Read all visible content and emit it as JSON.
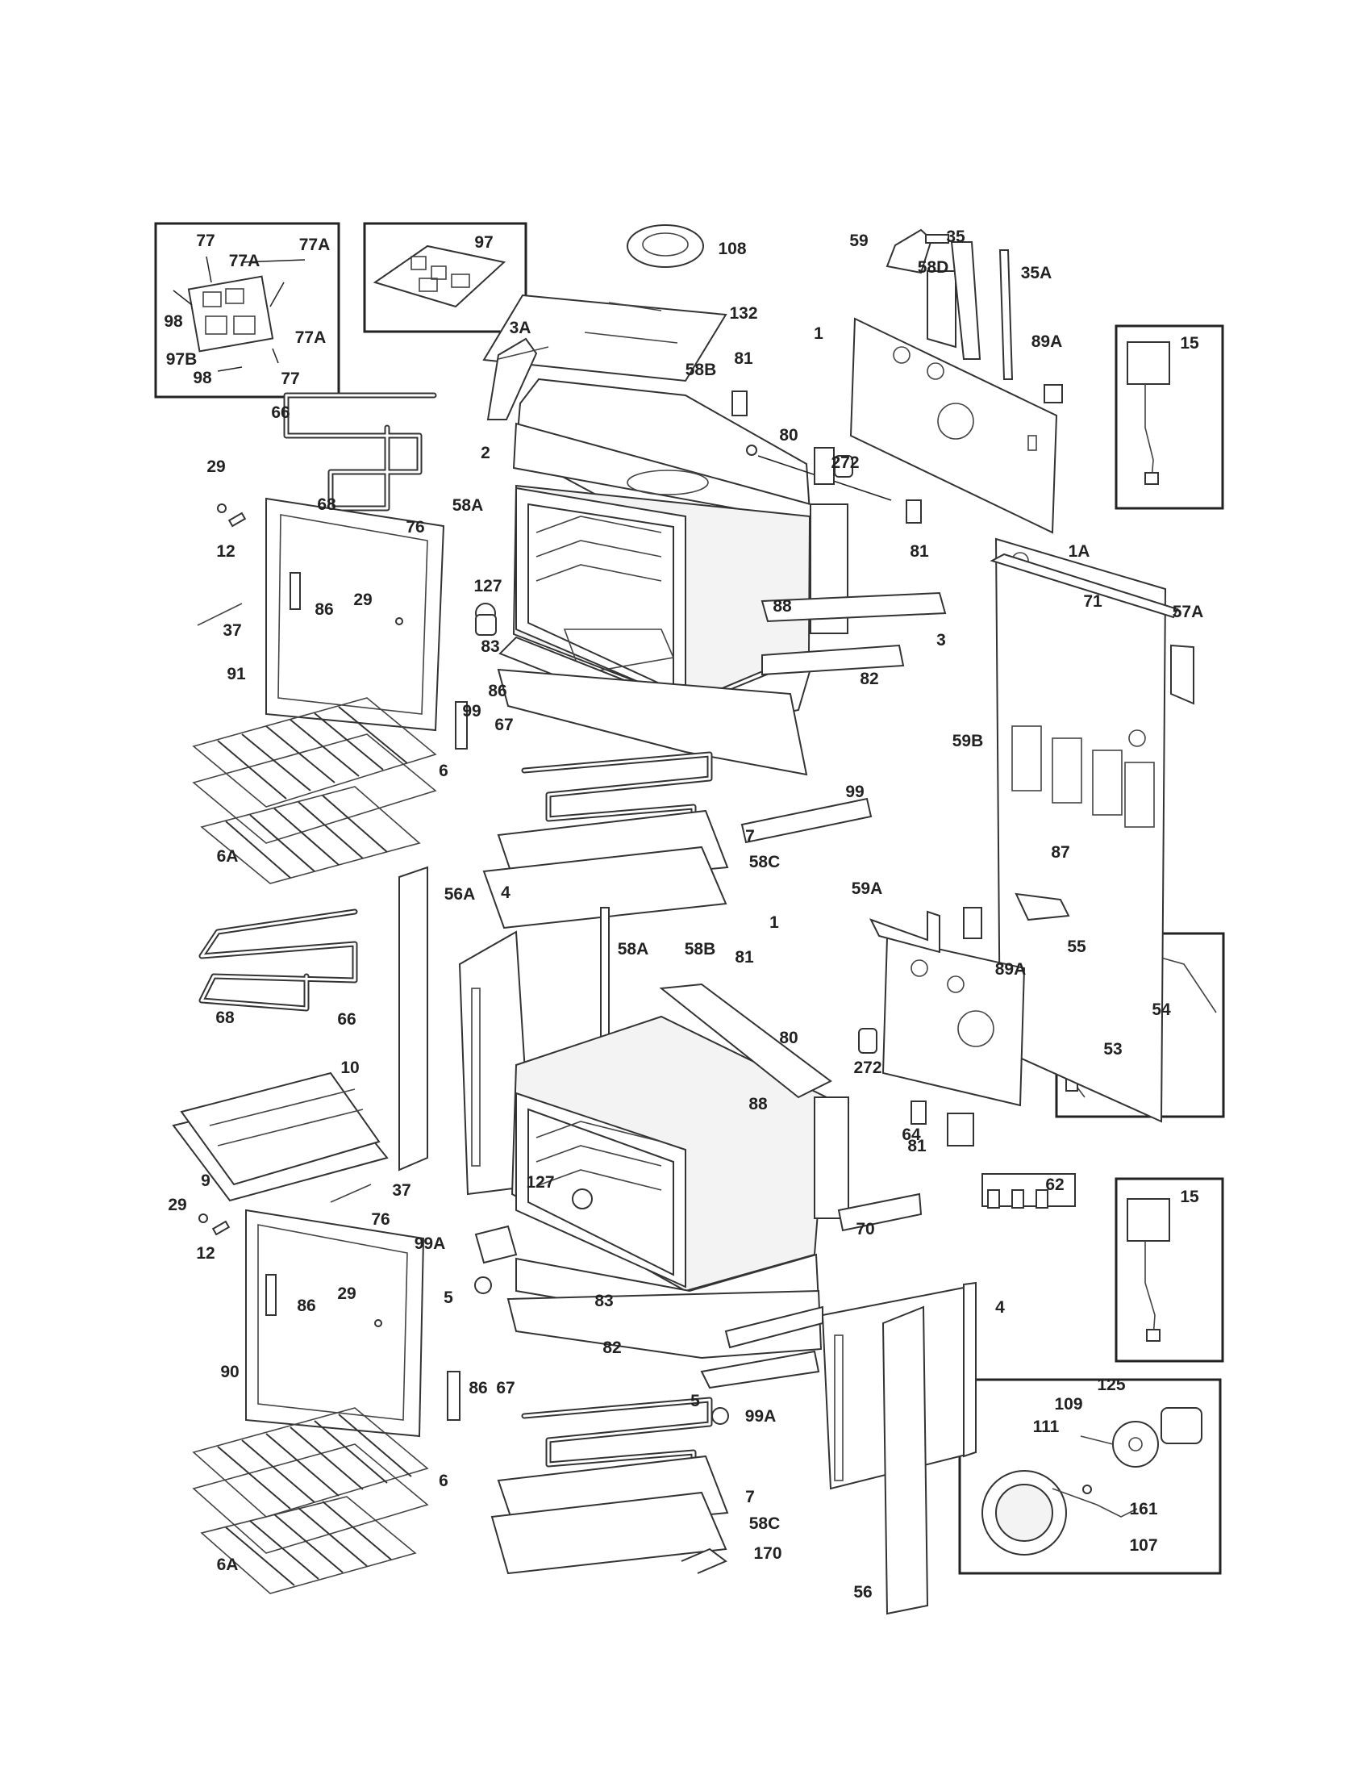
{
  "labels": [
    {
      "id": "77-top",
      "text": "77"
    },
    {
      "id": "77A-1",
      "text": "77A"
    },
    {
      "id": "77A-2",
      "text": "77A"
    },
    {
      "id": "77A-3",
      "text": "77A"
    },
    {
      "id": "98-1",
      "text": "98"
    },
    {
      "id": "97B",
      "text": "97B"
    },
    {
      "id": "98-2",
      "text": "98"
    },
    {
      "id": "77-bot",
      "text": "77"
    },
    {
      "id": "97",
      "text": "97"
    },
    {
      "id": "108",
      "text": "108"
    },
    {
      "id": "132",
      "text": "132"
    },
    {
      "id": "59-top",
      "text": "59"
    },
    {
      "id": "35",
      "text": "35"
    },
    {
      "id": "58D",
      "text": "58D"
    },
    {
      "id": "35A",
      "text": "35A"
    },
    {
      "id": "1-top",
      "text": "1"
    },
    {
      "id": "89A-top",
      "text": "89A"
    },
    {
      "id": "15-top",
      "text": "15"
    },
    {
      "id": "3A",
      "text": "3A"
    },
    {
      "id": "58B-top",
      "text": "58B"
    },
    {
      "id": "81-a",
      "text": "81"
    },
    {
      "id": "80-top",
      "text": "80"
    },
    {
      "id": "272-top",
      "text": "272"
    },
    {
      "id": "2",
      "text": "2"
    },
    {
      "id": "66-top",
      "text": "66"
    },
    {
      "id": "29-a",
      "text": "29"
    },
    {
      "id": "68-top",
      "text": "68"
    },
    {
      "id": "12-top",
      "text": "12"
    },
    {
      "id": "76-top",
      "text": "76"
    },
    {
      "id": "58A-top",
      "text": "58A"
    },
    {
      "id": "81-b",
      "text": "81"
    },
    {
      "id": "1A",
      "text": "1A"
    },
    {
      "id": "86-a",
      "text": "86"
    },
    {
      "id": "29-b",
      "text": "29"
    },
    {
      "id": "127-top",
      "text": "127"
    },
    {
      "id": "88-top",
      "text": "88"
    },
    {
      "id": "71",
      "text": "71"
    },
    {
      "id": "57A",
      "text": "57A"
    },
    {
      "id": "37-top",
      "text": "37"
    },
    {
      "id": "83-top",
      "text": "83"
    },
    {
      "id": "3",
      "text": "3"
    },
    {
      "id": "91",
      "text": "91"
    },
    {
      "id": "86-b",
      "text": "86"
    },
    {
      "id": "82-top",
      "text": "82"
    },
    {
      "id": "99-a",
      "text": "99"
    },
    {
      "id": "67-top",
      "text": "67"
    },
    {
      "id": "59B",
      "text": "59B"
    },
    {
      "id": "6-top",
      "text": "6"
    },
    {
      "id": "99-b",
      "text": "99"
    },
    {
      "id": "7-top",
      "text": "7"
    },
    {
      "id": "6A-top",
      "text": "6A"
    },
    {
      "id": "58C-top",
      "text": "58C"
    },
    {
      "id": "87",
      "text": "87"
    },
    {
      "id": "59A",
      "text": "59A"
    },
    {
      "id": "56A",
      "text": "56A"
    },
    {
      "id": "4-top",
      "text": "4"
    },
    {
      "id": "1-mid",
      "text": "1"
    },
    {
      "id": "55",
      "text": "55"
    },
    {
      "id": "54",
      "text": "54"
    },
    {
      "id": "58A-bot",
      "text": "58A"
    },
    {
      "id": "58B-bot",
      "text": "58B"
    },
    {
      "id": "81-c",
      "text": "81"
    },
    {
      "id": "89A-bot",
      "text": "89A"
    },
    {
      "id": "68-bot",
      "text": "68"
    },
    {
      "id": "66-bot",
      "text": "66"
    },
    {
      "id": "80-bot",
      "text": "80"
    },
    {
      "id": "53",
      "text": "53"
    },
    {
      "id": "272-bot",
      "text": "272"
    },
    {
      "id": "10",
      "text": "10"
    },
    {
      "id": "88-bot",
      "text": "88"
    },
    {
      "id": "81-d",
      "text": "81"
    },
    {
      "id": "64",
      "text": "64"
    },
    {
      "id": "62",
      "text": "62"
    },
    {
      "id": "9",
      "text": "9"
    },
    {
      "id": "37-bot",
      "text": "37"
    },
    {
      "id": "127-bot",
      "text": "127"
    },
    {
      "id": "70",
      "text": "70"
    },
    {
      "id": "15-bot",
      "text": "15"
    },
    {
      "id": "29-c",
      "text": "29"
    },
    {
      "id": "76-bot",
      "text": "76"
    },
    {
      "id": "12-bot",
      "text": "12"
    },
    {
      "id": "99A-a",
      "text": "99A"
    },
    {
      "id": "5-a",
      "text": "5"
    },
    {
      "id": "83-bot",
      "text": "83"
    },
    {
      "id": "86-c",
      "text": "86"
    },
    {
      "id": "29-d",
      "text": "29"
    },
    {
      "id": "4-bot",
      "text": "4"
    },
    {
      "id": "82-bot",
      "text": "82"
    },
    {
      "id": "90",
      "text": "90"
    },
    {
      "id": "86-d",
      "text": "86"
    },
    {
      "id": "5-b",
      "text": "5"
    },
    {
      "id": "99A-b",
      "text": "99A"
    },
    {
      "id": "125",
      "text": "125"
    },
    {
      "id": "109",
      "text": "109"
    },
    {
      "id": "67-bot",
      "text": "67"
    },
    {
      "id": "111",
      "text": "111"
    },
    {
      "id": "6-bot",
      "text": "6"
    },
    {
      "id": "7-bot",
      "text": "7"
    },
    {
      "id": "58C-bot",
      "text": "58C"
    },
    {
      "id": "161",
      "text": "161"
    },
    {
      "id": "107",
      "text": "107"
    },
    {
      "id": "170",
      "text": "170"
    },
    {
      "id": "6A-bot",
      "text": "6A"
    },
    {
      "id": "56",
      "text": "56"
    }
  ]
}
